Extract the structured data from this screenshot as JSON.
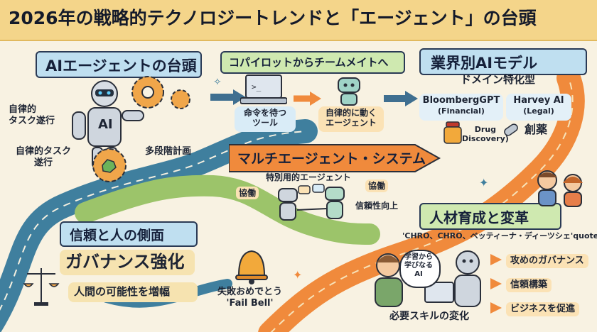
{
  "title": "2026年の戦略的テクノロジートレンドと「エージェント」の台頭",
  "sections": {
    "ai_agents": {
      "heading": "AIエージェントの台頭",
      "robot_badge": "AI",
      "autonomous_execution": [
        "自律的",
        "タスク遂行"
      ],
      "autonomous_execution_2": [
        "自律的タスク",
        "遂行"
      ],
      "multi_step": "多段階計画"
    },
    "copilot": {
      "heading": "コパイロットからチームメイトへ",
      "tool_label": [
        "命令を待つ",
        "ツール"
      ],
      "agent_label": [
        "自律的に動く",
        "エージェント"
      ]
    },
    "industry": {
      "heading": "業界別AIモデル",
      "subheading": "ドメイン特化型",
      "models": [
        {
          "name": "BloombergGPT",
          "domain": "(Financial)"
        },
        {
          "name": "Harvey AI",
          "domain": "(Legal)"
        }
      ],
      "drug": [
        "Drug",
        "Discovery)"
      ],
      "drug_jp": "創薬"
    },
    "multi_agent": {
      "banner": "マルチエージェント・システム",
      "specialized": "特別用的エージェント",
      "cooperate_left": "協働",
      "cooperate_right": "協働",
      "reliability": "信頼性向上"
    },
    "trust": {
      "heading": "信頼と人の側面",
      "governance": "ガバナンス強化",
      "augment": "人間の可能性を増幅",
      "fail_bell": [
        "失敗おめでとう",
        "'Fail Bell'"
      ]
    },
    "talent": {
      "heading": "人材育成と変革",
      "quote": "'CHRO、CHRO、ベッティーナ・ディーツシェ'quote",
      "bubble": [
        "学習から",
        "学びなる",
        "AI"
      ],
      "skills_change": "必要スキルの変化",
      "outcomes": [
        "攻めのガバナンス",
        "信頼構築",
        "ビジネスを促進"
      ]
    }
  },
  "colors": {
    "background": "#f8f2e2",
    "title_band": "#f4d58a",
    "teal_ribbon": "#3f7f9e",
    "green_road": "#9cc46a",
    "orange_arrow": "#f08a3c",
    "sky_banner": "#bfdff0",
    "mint_banner": "#cfe9b0",
    "peach_banner": "#f7c98e"
  }
}
